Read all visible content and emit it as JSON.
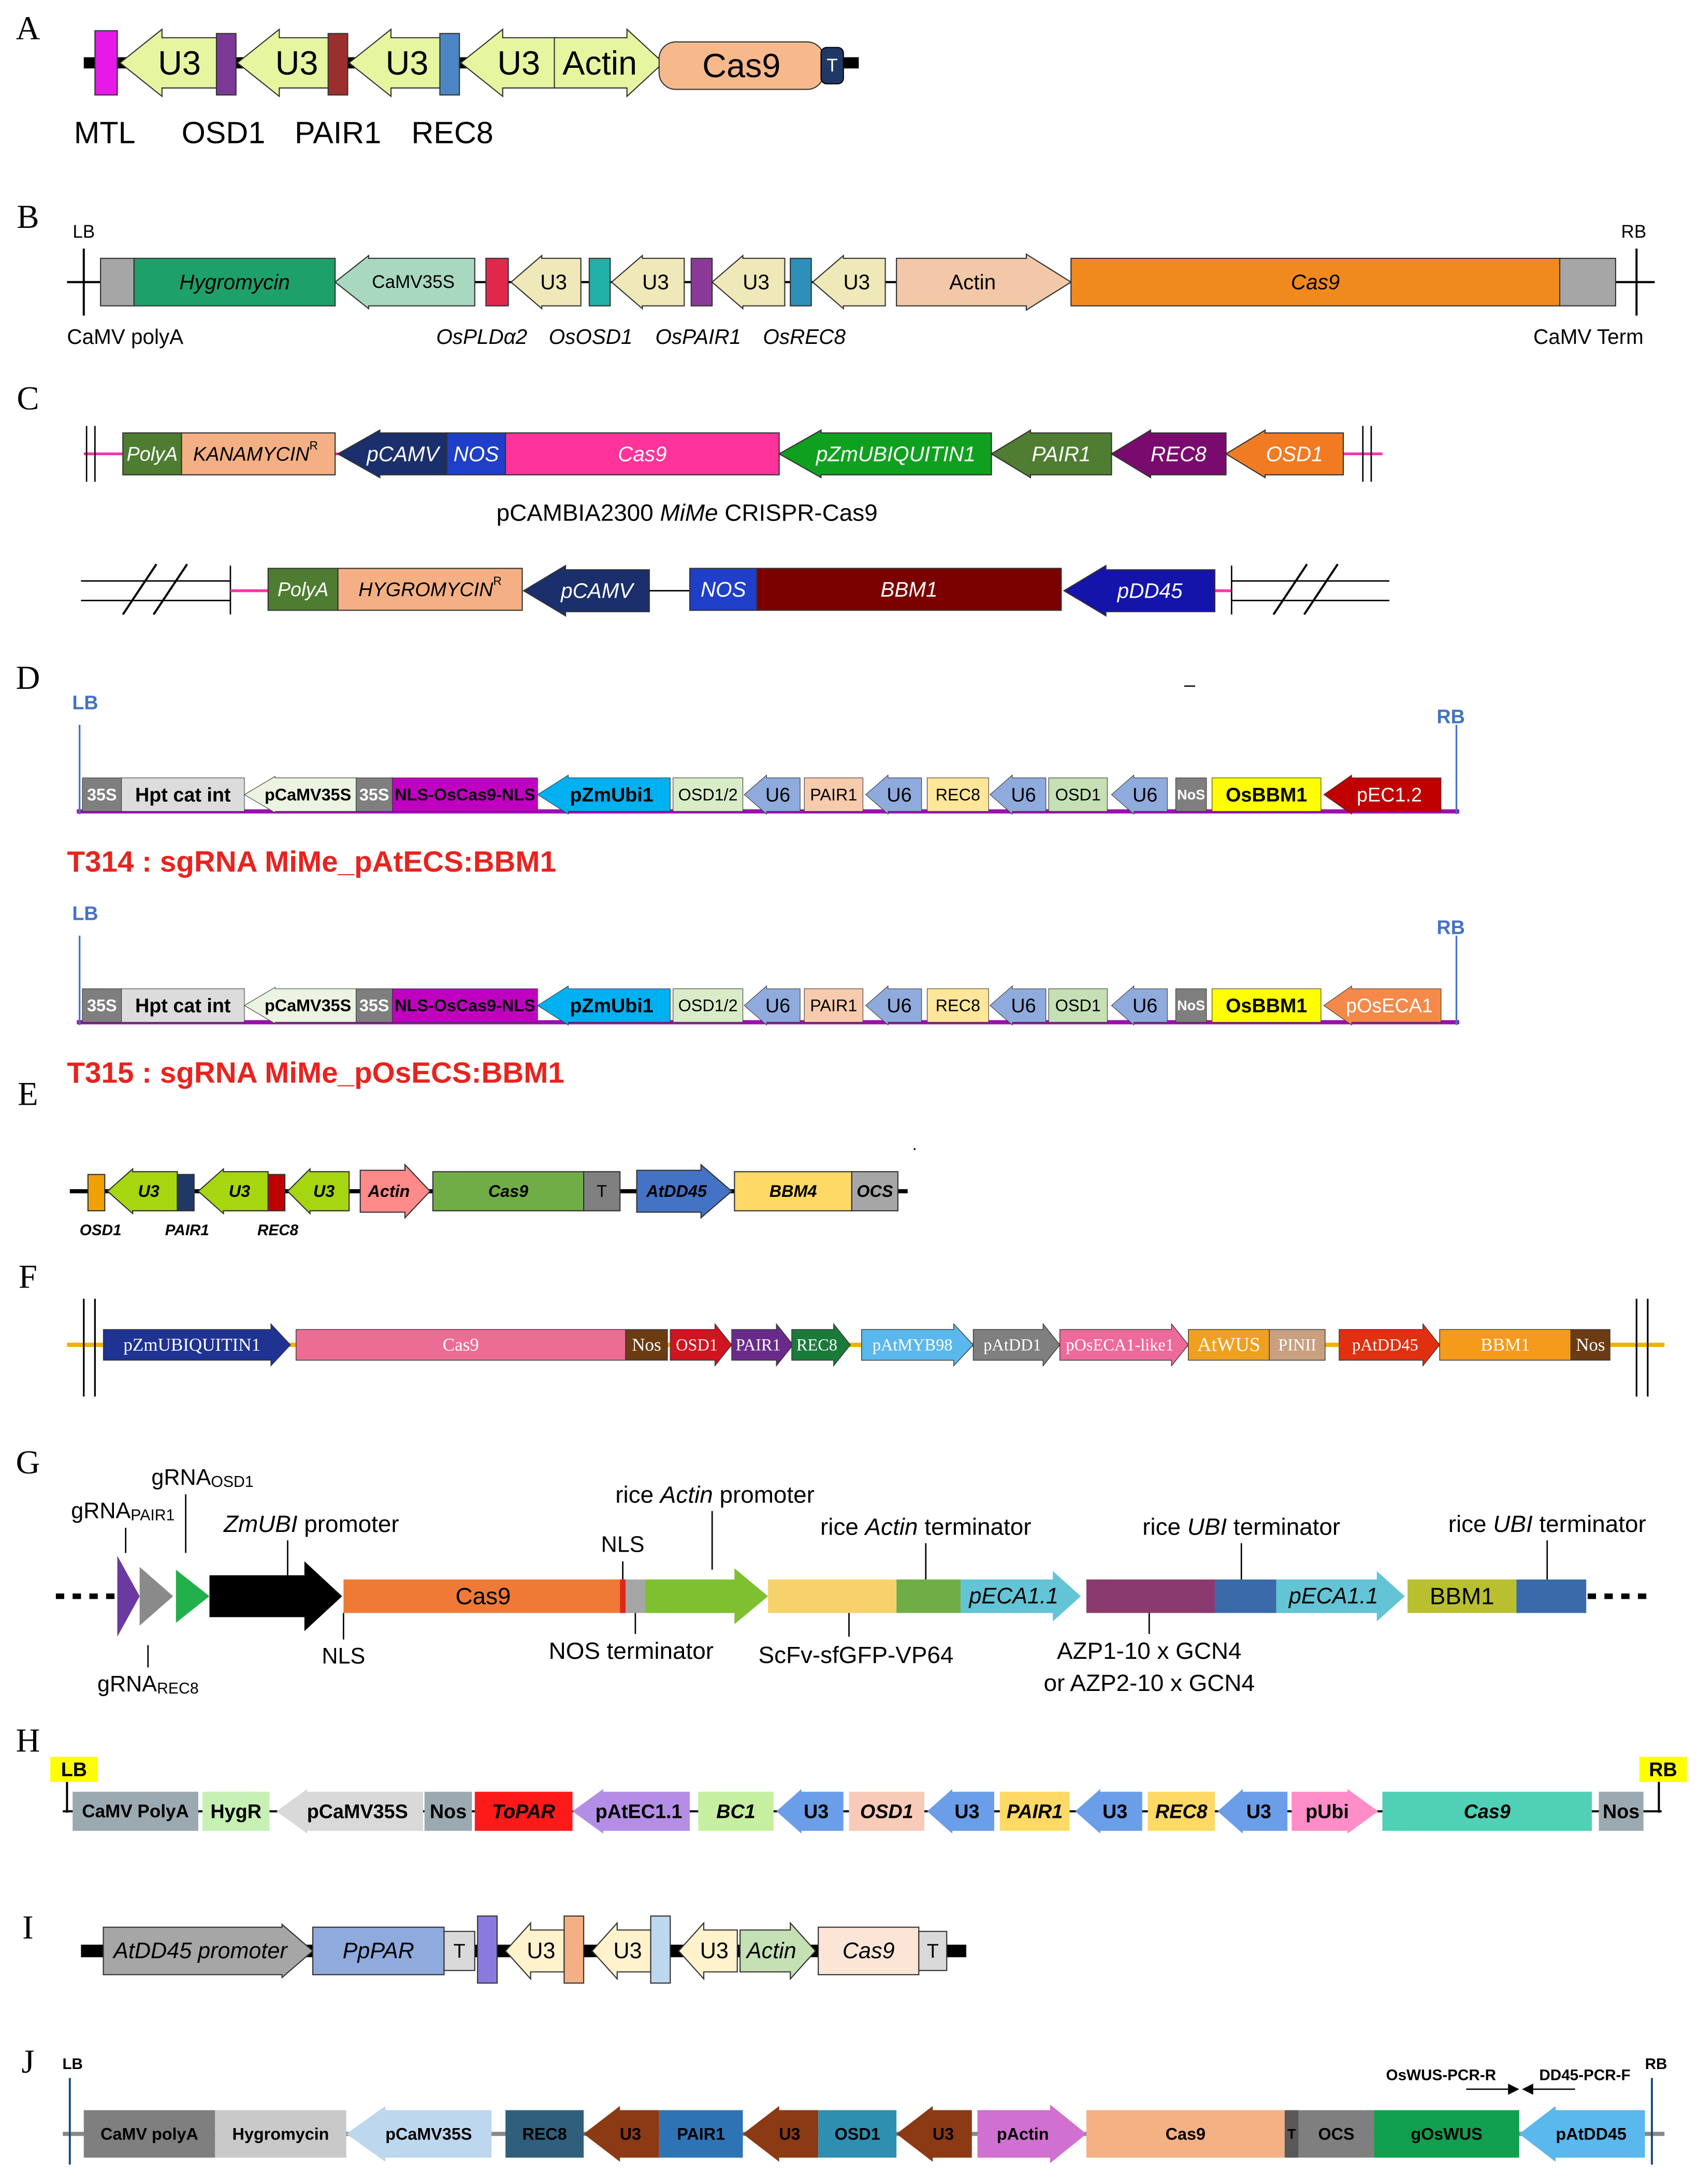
{
  "panels": {
    "A": {
      "letter": "A",
      "elements": [
        "",
        "U3",
        "",
        "U3",
        "",
        "U3",
        "",
        "U3",
        "Actin",
        "Cas9",
        "T"
      ],
      "labels": [
        "MTL",
        "OSD1",
        "PAIR1",
        "REC8"
      ]
    },
    "B": {
      "letter": "B",
      "ends": [
        "LB",
        "RB"
      ],
      "elements": [
        "",
        "Hygromycin",
        "CaMV35S",
        "",
        "U3",
        "",
        "U3",
        "",
        "U3",
        "",
        "U3",
        "Actin",
        "Cas9",
        ""
      ],
      "labels": [
        "CaMV polyA",
        "OsPLDα2",
        "OsOSD1",
        "OsPAIR1",
        "OsREC8",
        "CaMV Term"
      ]
    },
    "C": {
      "letter": "C",
      "top_elements": [
        "PolyA",
        "KANAMYCIN",
        "pCAMV",
        "NOS",
        "Cas9",
        "pZmUBIQUITIN1",
        "PAIR1",
        "REC8",
        "OSD1"
      ],
      "superscript": "R",
      "caption_parts": [
        "pCAMBIA2300 ",
        "MiMe",
        " CRISPR-Cas9"
      ],
      "bottom_elements": [
        "PolyA",
        "HYGROMYCIN",
        "pCAMV",
        "NOS",
        "BBM1",
        "pDD45"
      ]
    },
    "D": {
      "letter": "D",
      "ends": [
        "LB",
        "RB"
      ],
      "dash": "–",
      "elements1": [
        "35S",
        "Hpt cat int",
        "pCaMV35S",
        "35S",
        "NLS-OsCas9-NLS",
        "pZmUbi1",
        "OSD1/2",
        "U6",
        "PAIR1",
        "U6",
        "REC8",
        "U6",
        "OSD1",
        "U6",
        "NoS",
        "OsBBM1",
        "pEC1.2"
      ],
      "title1": "T314 : sgRNA MiMe_pAtECS:BBM1",
      "elements2": [
        "35S",
        "Hpt cat int",
        "pCaMV35S",
        "35S",
        "NLS-OsCas9-NLS",
        "pZmUbi1",
        "OSD1/2",
        "U6",
        "PAIR1",
        "U6",
        "REC8",
        "U6",
        "OSD1",
        "U6",
        "NoS",
        "OsBBM1",
        "pOsECA1"
      ],
      "title2": "T315 : sgRNA MiMe_pOsECS:BBM1"
    },
    "E": {
      "letter": "E",
      "elements": [
        "",
        "U3",
        "",
        "U3",
        "",
        "U3",
        "Actin",
        "Cas9",
        "T",
        "AtDD45",
        "BBM4",
        "OCS"
      ],
      "labels": [
        "OSD1",
        "PAIR1",
        "REC8"
      ],
      "dot": "·"
    },
    "F": {
      "letter": "F",
      "elements": [
        "pZmUBIQUITIN1",
        "Cas9",
        "Nos",
        "OSD1",
        "PAIR1",
        "REC8",
        "pAtMYB98",
        "pAtDD1",
        "pOsECA1-like1",
        "AtWUS",
        "PINII",
        "pAtDD45",
        "BBM1",
        "Nos"
      ]
    },
    "G": {
      "letter": "G",
      "elements": [
        "Cas9",
        "pECA1.1",
        "pECA1.1",
        "BBM1"
      ],
      "labels": {
        "gpair1_main": "gRNA",
        "gpair1_sub": "PAIR1",
        "gosd1_main": "gRNA",
        "gosd1_sub": "OSD1",
        "grec8_main": "gRNA",
        "grec8_sub": "REC8",
        "zmubi_italic": "ZmUBI",
        "zmubi_rest": " promoter",
        "actin_pre": "rice ",
        "actin_italic": "Actin",
        "actin_rest": " promoter",
        "nls_top": "NLS",
        "actin_term_pre": "rice ",
        "actin_term_italic": "Actin",
        "actin_term_rest": " terminator",
        "ubi1_pre": "rice ",
        "ubi1_italic": "UBI",
        "ubi1_rest": " terminator",
        "ubi2_pre": "rice ",
        "ubi2_italic": "UBI",
        "ubi2_rest": " terminator",
        "nls_bottom": "NLS",
        "nos": "NOS terminator",
        "scfv": "ScFv-sfGFP-VP64",
        "azp1": "AZP1-10 x GCN4",
        "azp2": "or AZP2-10 x GCN4"
      }
    },
    "H": {
      "letter": "H",
      "ends": [
        "LB",
        "RB"
      ],
      "elements": [
        "CaMV PolyA",
        "HygR",
        "pCaMV35S",
        "Nos",
        "ToPAR",
        "pAtEC1.1",
        "BC1",
        "U3",
        "OSD1",
        "U3",
        "PAIR1",
        "U3",
        "REC8",
        "U3",
        "pUbi",
        "Cas9",
        "Nos"
      ]
    },
    "I": {
      "letter": "I",
      "elements": [
        "AtDD45 promoter",
        "PpPAR",
        "T",
        "",
        "U3",
        "",
        "U3",
        "",
        "U3",
        "Actin",
        "Cas9",
        "T"
      ]
    },
    "J": {
      "letter": "J",
      "ends": [
        "LB",
        "RB"
      ],
      "primers": [
        "OsWUS-PCR-R",
        "DD45-PCR-F"
      ],
      "elements": [
        "CaMV polyA",
        "Hygromycin",
        "pCaMV35S",
        "REC8",
        "U3",
        "PAIR1",
        "U3",
        "OSD1",
        "U3",
        "pActin",
        "Cas9",
        "T",
        "OCS",
        "gOsWUS",
        "pAtDD45"
      ]
    }
  },
  "colors": {
    "magenta": "#e619e6",
    "yellow_green": "#e6f5a0",
    "purple": "#7a3a96",
    "brown_red": "#9b2f2f",
    "steel_blue": "#4a86c4",
    "peach": "#f7b98c",
    "navy": "#1f3864",
    "hygro_green": "#1ea06a",
    "camv_mint": "#a9d8c0",
    "u3_cream": "#efe8b8",
    "actin_peach": "#f2c8a8",
    "cas9_orange": "#f08a1e",
    "grey": "#a6a6a6",
    "polya_green": "#4e7d31",
    "kan_salmon": "#f4b084",
    "camv_navy": "#1a2f6b",
    "nos_blue": "#1f3fc8",
    "cas9_pink": "#ff3399",
    "zmubi_green": "#10a020",
    "pair1_green": "#4f7d32",
    "rec8_purple": "#7a0b6e",
    "osd1_orange": "#f07b22",
    "bbm1_maroon": "#7b0000",
    "pdd45_blue": "#1414aa",
    "red_title": "#e8231f",
    "lb_blue": "#4472c4"
  }
}
